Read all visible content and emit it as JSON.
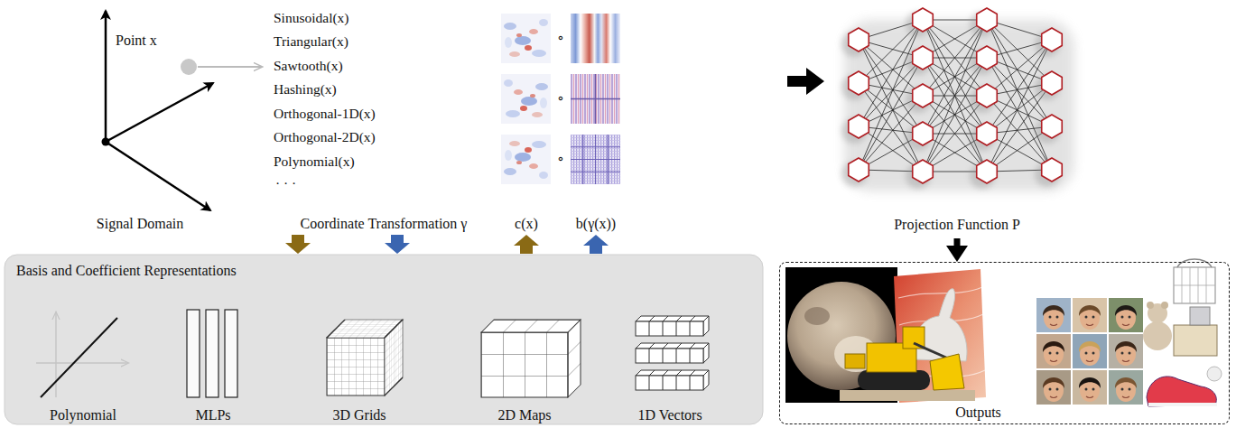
{
  "diagram": {
    "nodes": [
      {
        "text": [
          "Basis and Coefficient Representations"
        ]
      },
      {
        "text": [
          "Polynomial"
        ],
        "in": 0
      },
      {
        "text": [
          "MLPs"
        ],
        "in": 0
      },
      {
        "text": [
          "3D Grids"
        ],
        "in": 0
      },
      {
        "text": [
          "2D Maps"
        ],
        "in": 0
      },
      {
        "text": [
          "1D Vectors"
        ],
        "in": 0
      },
      {
        "text": [
          "Projection Function P"
        ]
      },
      {
        "text": [
          "Outputs"
        ]
      }
    ],
    "edges": [
      {
        "from": 6,
        "to": 7,
        "arrow": "to"
      }
    ],
    "labels": [
      "Point x",
      "Sinusoidal(x)",
      "Triangular(x)",
      "Sawtooth(x)",
      "Hashing(x)",
      "Orthogonal-1D(x)",
      "Orthogonal-2D(x)",
      "Polynomial(x)",
      "· · ·",
      "∘",
      "∘",
      "∘",
      "Signal Domain",
      "Coordinate Transformation γ",
      "c(x)",
      "b(γ(x))"
    ]
  }
}
